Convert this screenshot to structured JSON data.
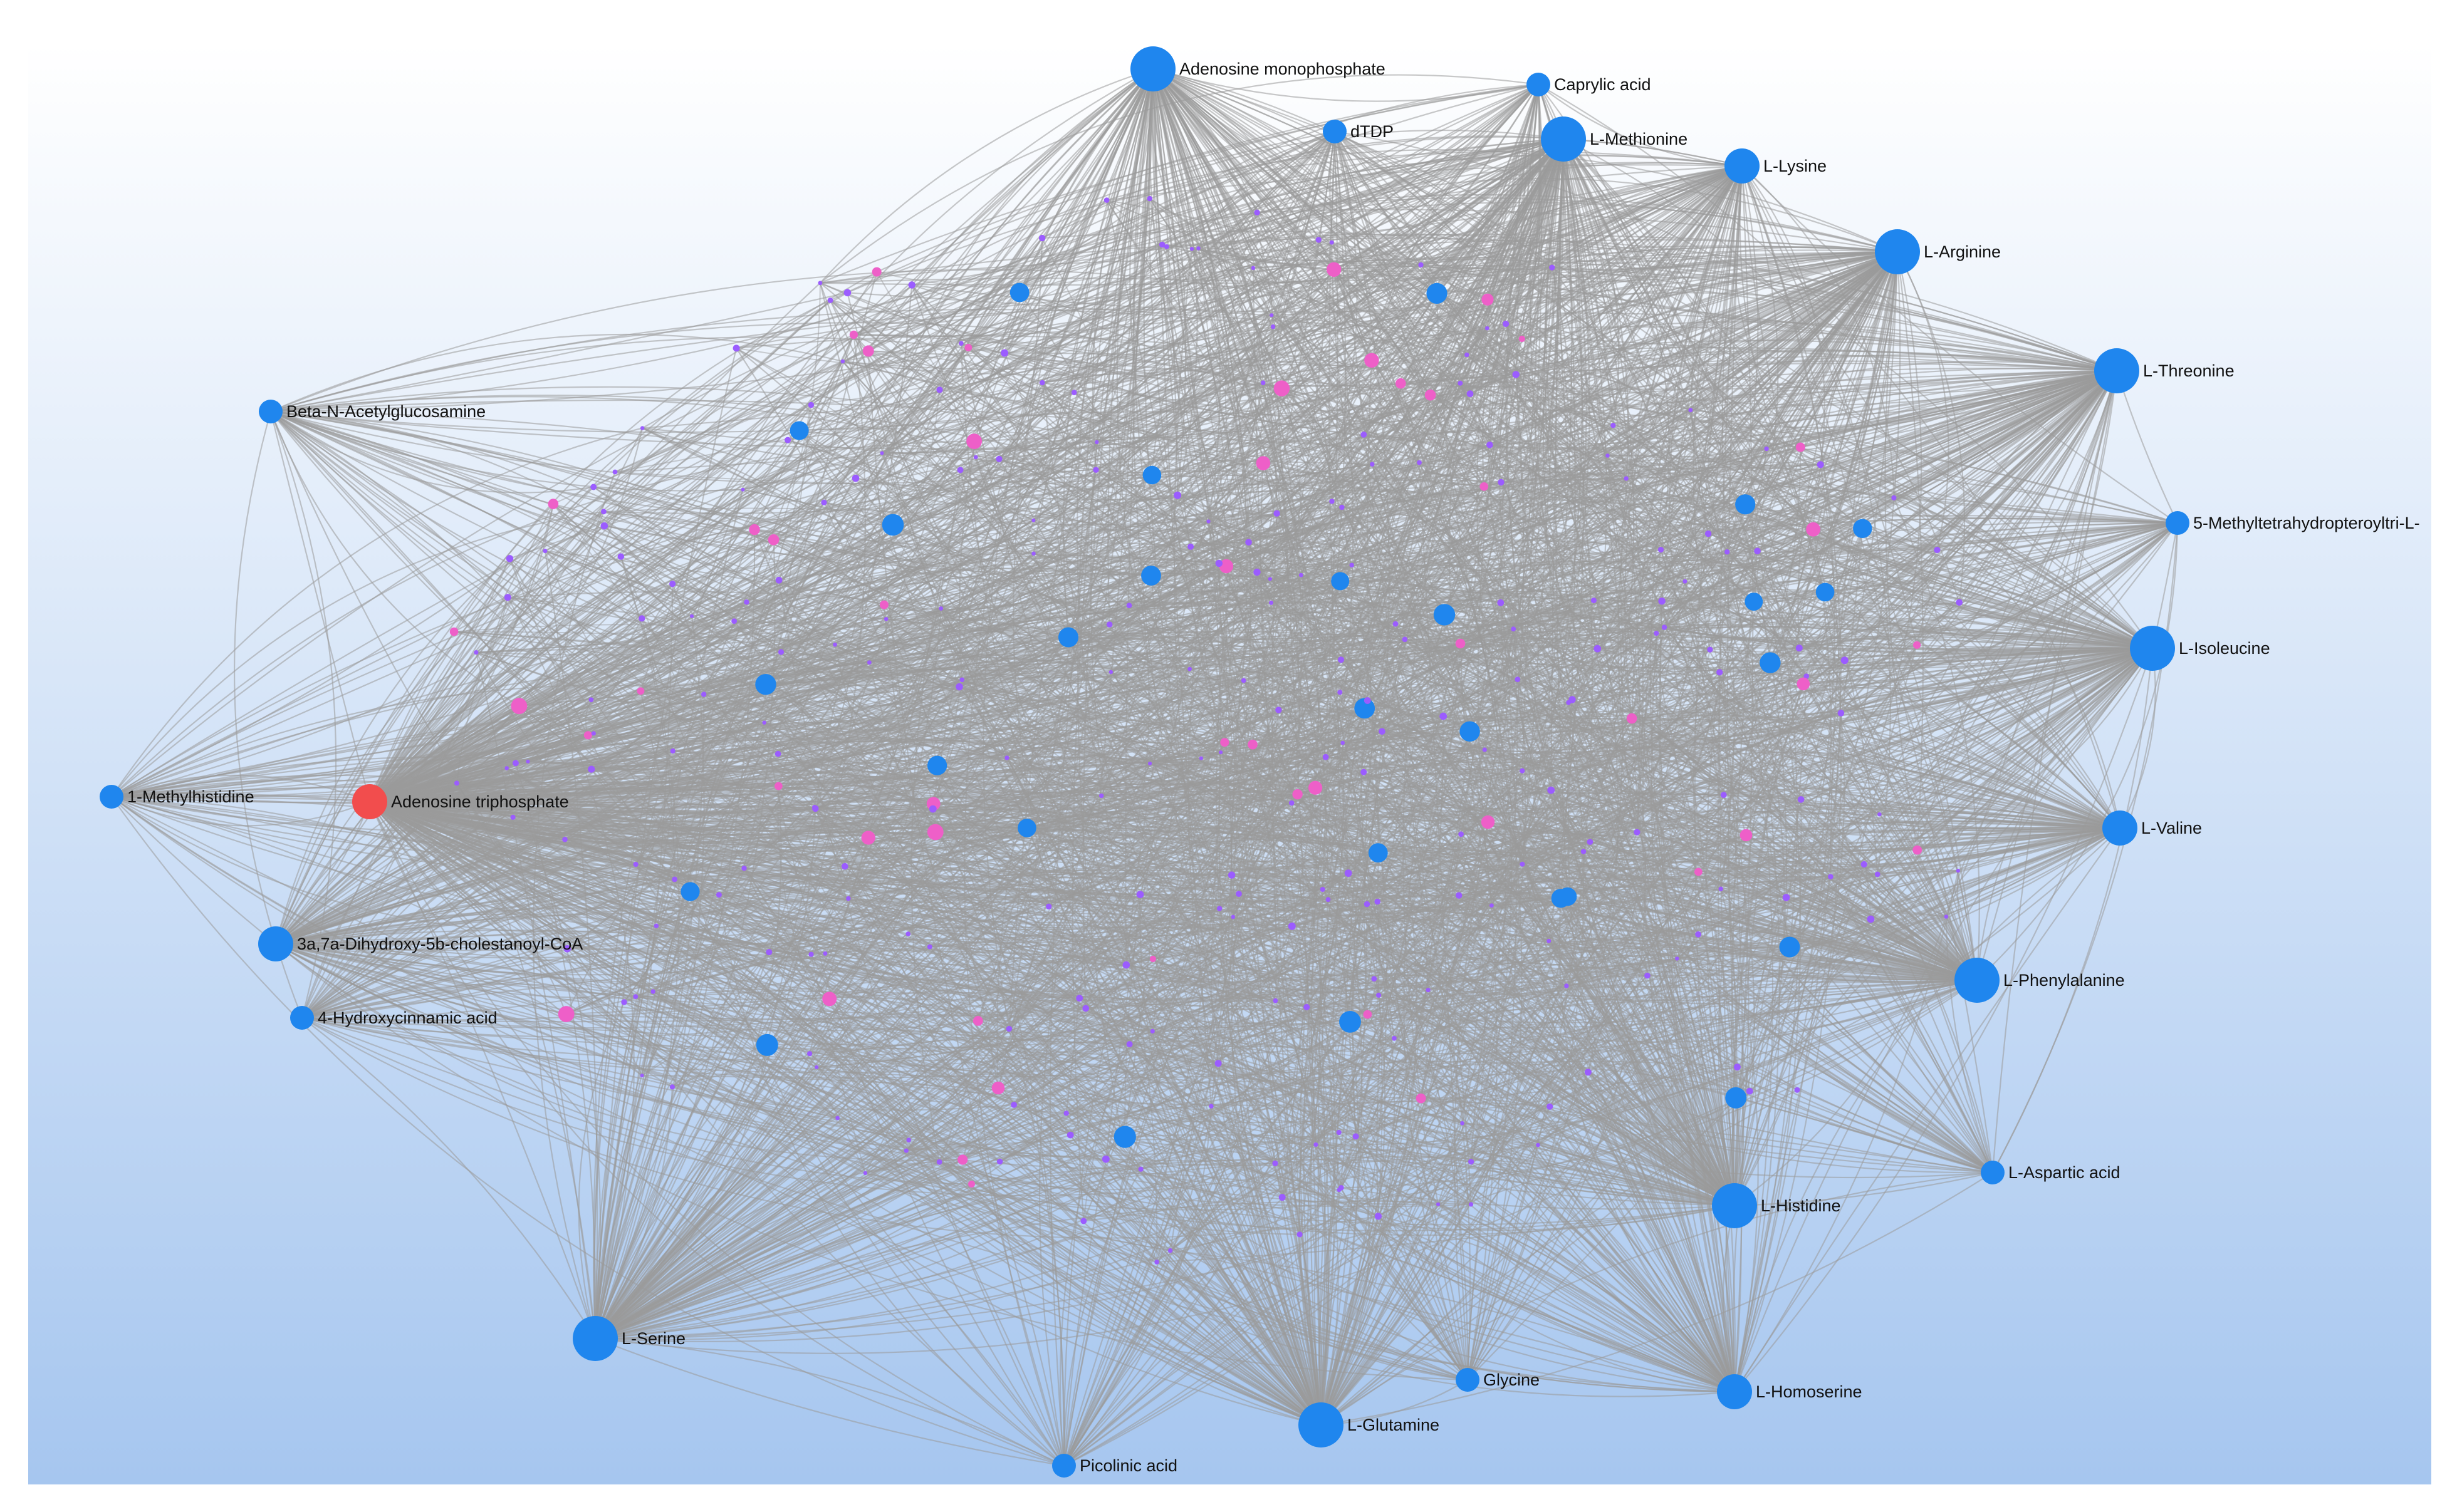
{
  "network": {
    "colors": {
      "background_top": "#ffffff",
      "background_bottom": "#a6c6ef",
      "edge": "#9a9a9a",
      "metabolite": "#1f86ee",
      "hub": "#f24d4d",
      "gene_pink": "#ee5fc8",
      "gene_purple": "#9b5cff"
    },
    "nodes": [
      {
        "id": "amp",
        "label": "Adenosine monophosphate",
        "kind": "metabolite",
        "size": "large"
      },
      {
        "id": "cap",
        "label": "Caprylic acid",
        "kind": "metabolite",
        "size": "small"
      },
      {
        "id": "dtdp",
        "label": "dTDP",
        "kind": "metabolite",
        "size": "small"
      },
      {
        "id": "met",
        "label": "L-Methionine",
        "kind": "metabolite",
        "size": "large"
      },
      {
        "id": "lys",
        "label": "L-Lysine",
        "kind": "metabolite",
        "size": "medium"
      },
      {
        "id": "arg",
        "label": "L-Arginine",
        "kind": "metabolite",
        "size": "large"
      },
      {
        "id": "thr",
        "label": "L-Threonine",
        "kind": "metabolite",
        "size": "large"
      },
      {
        "id": "mthf",
        "label": "5-Methyltetrahydropteroyltri-L-",
        "kind": "metabolite",
        "size": "small"
      },
      {
        "id": "ile",
        "label": "L-Isoleucine",
        "kind": "metabolite",
        "size": "large"
      },
      {
        "id": "val",
        "label": "L-Valine",
        "kind": "metabolite",
        "size": "medium"
      },
      {
        "id": "phe",
        "label": "L-Phenylalanine",
        "kind": "metabolite",
        "size": "large"
      },
      {
        "id": "asp",
        "label": "L-Aspartic acid",
        "kind": "metabolite",
        "size": "small"
      },
      {
        "id": "his",
        "label": "L-Histidine",
        "kind": "metabolite",
        "size": "large"
      },
      {
        "id": "hse",
        "label": "L-Homoserine",
        "kind": "metabolite",
        "size": "medium"
      },
      {
        "id": "gly",
        "label": "Glycine",
        "kind": "metabolite",
        "size": "small"
      },
      {
        "id": "gln",
        "label": "L-Glutamine",
        "kind": "metabolite",
        "size": "large"
      },
      {
        "id": "pic",
        "label": "Picolinic acid",
        "kind": "metabolite",
        "size": "small"
      },
      {
        "id": "ser",
        "label": "L-Serine",
        "kind": "metabolite",
        "size": "large"
      },
      {
        "id": "atp",
        "label": "Adenosine triphosphate",
        "kind": "hub",
        "size": "medium"
      },
      {
        "id": "mhis",
        "label": "1-Methylhistidine",
        "kind": "metabolite",
        "size": "small"
      },
      {
        "id": "bnag",
        "label": "Beta-N-Acetylglucosamine",
        "kind": "metabolite",
        "size": "small"
      },
      {
        "id": "dhc",
        "label": "3a,7a-Dihydroxy-5b-cholestanoyl-CoA",
        "kind": "metabolite",
        "size": "medium"
      },
      {
        "id": "hca",
        "label": "4-Hydroxycinnamic acid",
        "kind": "metabolite",
        "size": "small"
      }
    ]
  }
}
